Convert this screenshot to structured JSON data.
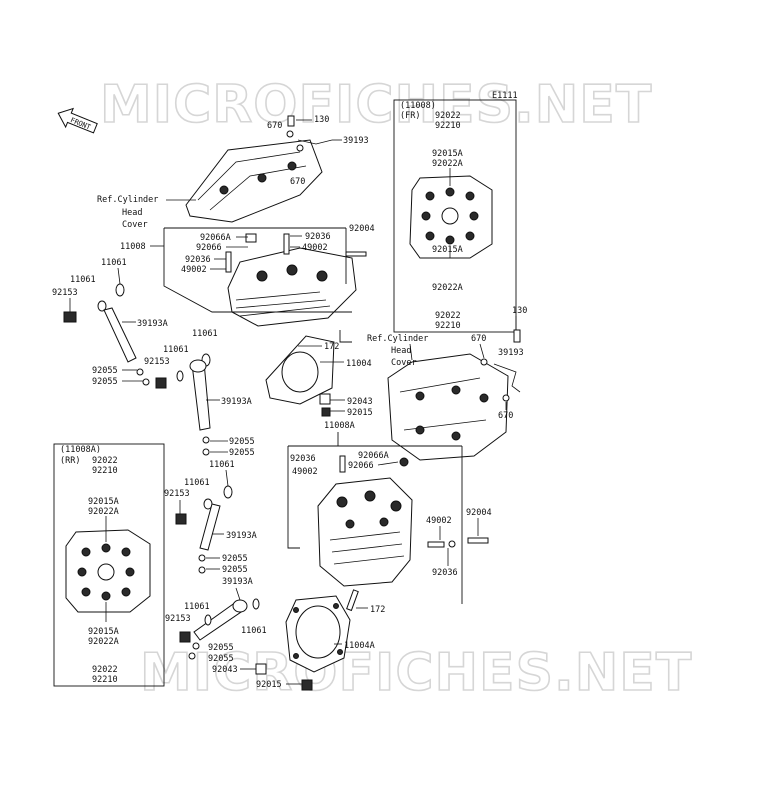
{
  "watermark": "MICROFICHES.NET",
  "diagram_code": "E1111",
  "front_arrow_label": "FRONT",
  "ref_cover": {
    "line1": "Ref.Cylinder",
    "line2": "Head",
    "line3": "Cover"
  },
  "inset_front": {
    "code": "(11008)",
    "side": "(FR)",
    "labels": [
      "92022",
      "92210",
      "92015A",
      "92022A",
      "92015A",
      "92022A",
      "92022",
      "92210"
    ]
  },
  "inset_rear": {
    "code": "(11008A)",
    "side": "(RR)",
    "labels": [
      "92022",
      "92210",
      "92015A",
      "92022A",
      "92015A",
      "92022A",
      "92022",
      "92210"
    ]
  },
  "callouts": {
    "c130a": "130",
    "c670a": "670",
    "c39193a": "39193",
    "c670b": "670",
    "c11008": "11008",
    "c92066Aa": "92066A",
    "c92066a": "92066",
    "c92036a": "92036",
    "c49002a": "49002",
    "c92036b": "92036",
    "c49002b": "49002",
    "c92004a": "92004",
    "c11061a": "11061",
    "c11061b": "11061",
    "c92153a": "92153",
    "c39193Aa": "39193A",
    "c11061c": "11061",
    "c92055a": "92055",
    "c92055b": "92055",
    "c92153b": "92153",
    "c11061d": "11061",
    "c172a": "172",
    "c11004": "11004",
    "c39193Ab": "39193A",
    "c92043a": "92043",
    "c92015a": "92015",
    "c92055c": "92055",
    "c92055d": "92055",
    "c130b": "130",
    "c670c": "670",
    "c39193b": "39193",
    "c670d": "670",
    "c11008A": "11008A",
    "c92036c": "92036",
    "c92066Ab": "92066A",
    "c49002c": "49002",
    "c92066b": "92066",
    "c11061e": "11061",
    "c11061f": "11061",
    "c92153c": "92153",
    "c39193Ac": "39193A",
    "c92055e": "92055",
    "c92055f": "92055",
    "c39193Ad": "39193A",
    "c49002d": "49002",
    "c92004b": "92004",
    "c92036d": "92036",
    "c11061g": "11061",
    "c92153d": "92153",
    "c11061h": "11061",
    "c172b": "172",
    "c92055g": "92055",
    "c92055h": "92055",
    "c11004A": "11004A",
    "c92043b": "92043",
    "c92015b": "92015"
  }
}
